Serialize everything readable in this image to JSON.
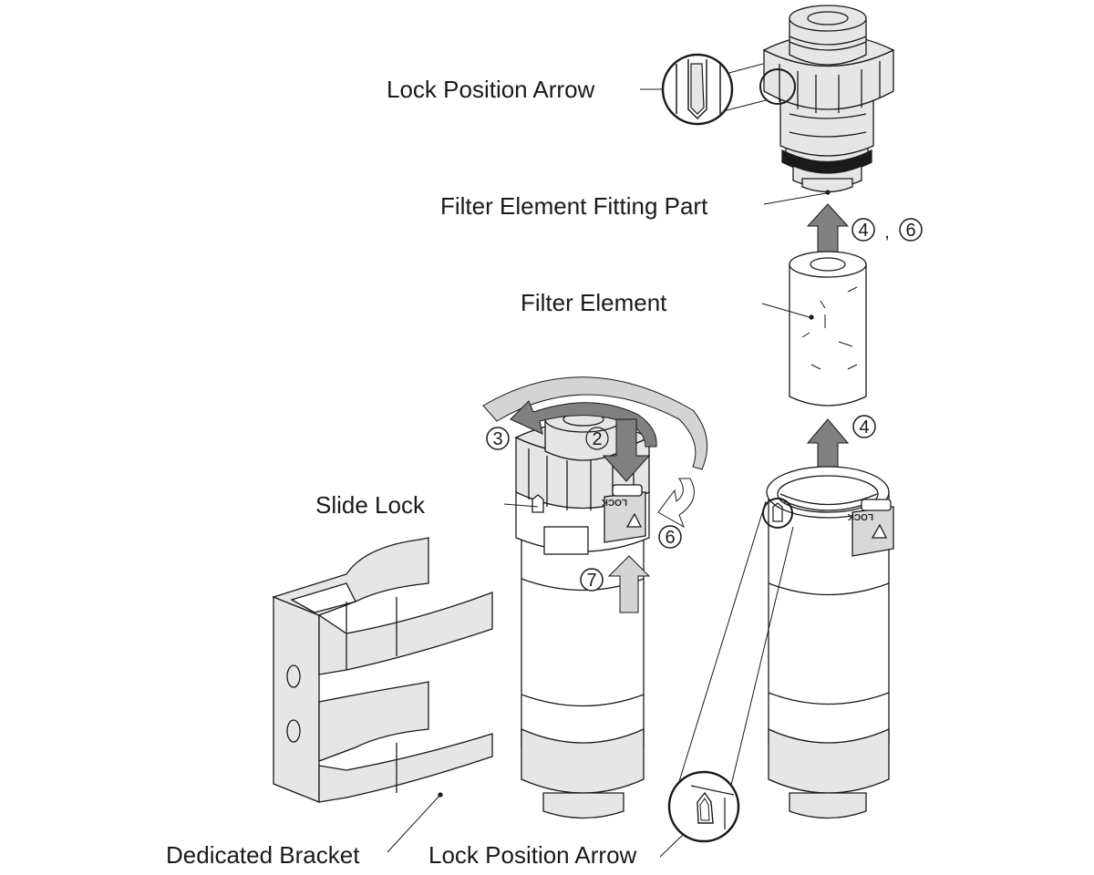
{
  "diagram": {
    "title": "",
    "colors": {
      "outline": "#1a1a1a",
      "part_fill": "#e6e6e6",
      "arrow_dark": "#808080",
      "arrow_light": "#d4d4d4",
      "oring": "#1a1a1a"
    },
    "labels": {
      "lock_position_arrow_top": "Lock Position Arrow",
      "filter_element_fitting_part": "Filter Element Fitting Part",
      "filter_element": "Filter Element",
      "slide_lock": "Slide Lock",
      "dedicated_bracket": "Dedicated Bracket",
      "lock_position_arrow_bottom": "Lock Position Arrow"
    },
    "steps": {
      "step2": "2",
      "step3": "3",
      "step4": "4",
      "step4b": "4",
      "step6": "6",
      "step6b": "6",
      "step7": "7",
      "separator": ","
    },
    "lock_tab_text": "LOCK",
    "components": [
      "fitting-head",
      "filter-element",
      "filter-bowl-assembled",
      "filter-bowl-open",
      "dedicated-bracket"
    ]
  }
}
